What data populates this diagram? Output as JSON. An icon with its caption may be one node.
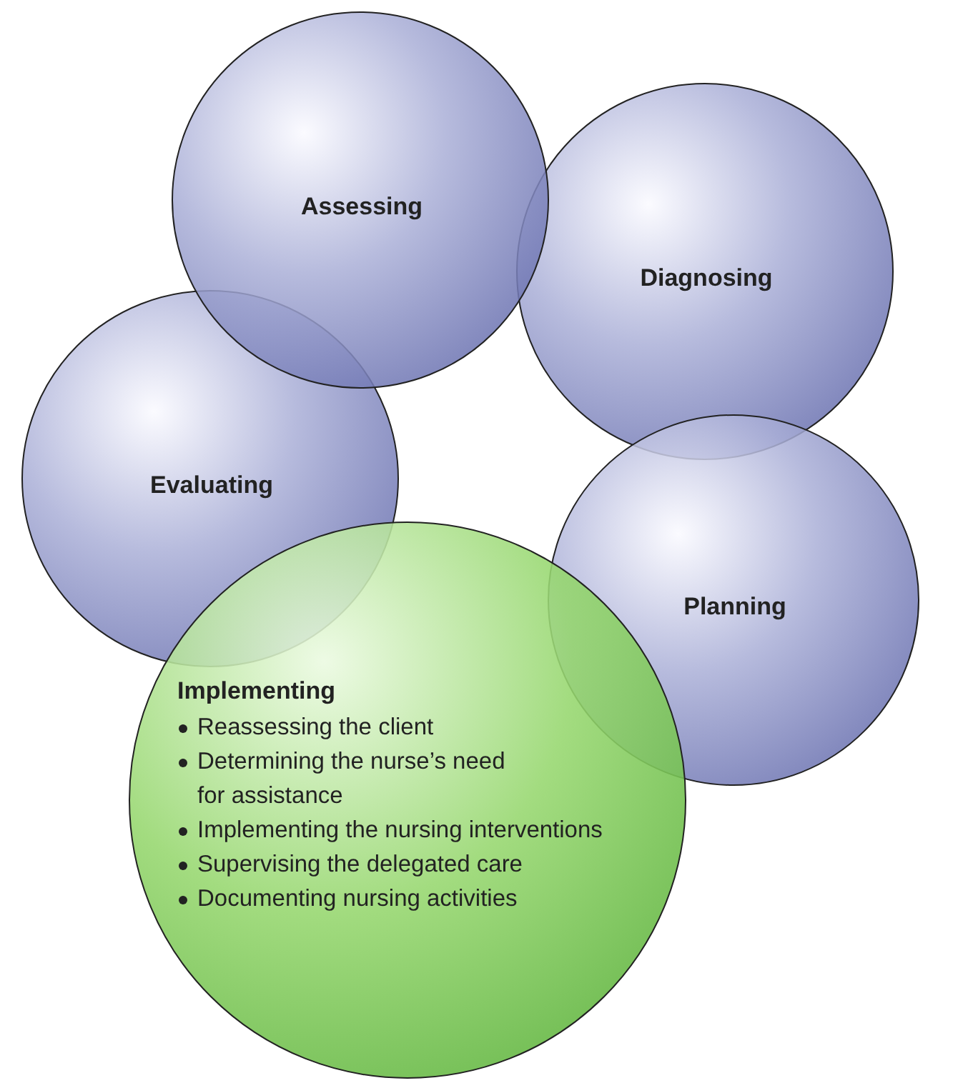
{
  "diagram": {
    "nodes": [
      {
        "text": [
          "Assessing"
        ]
      },
      {
        "text": [
          "Diagnosing"
        ]
      },
      {
        "text": [
          "Evaluating"
        ]
      },
      {
        "text": [
          "Planning"
        ]
      },
      {
        "text": [
          "Implementing",
          "Reassessing the client",
          "Determining the nurse’s need for assistance",
          "Implementing the nursing interventions",
          "Supervising the delegated care",
          "Documenting nursing activities"
        ]
      }
    ]
  }
}
